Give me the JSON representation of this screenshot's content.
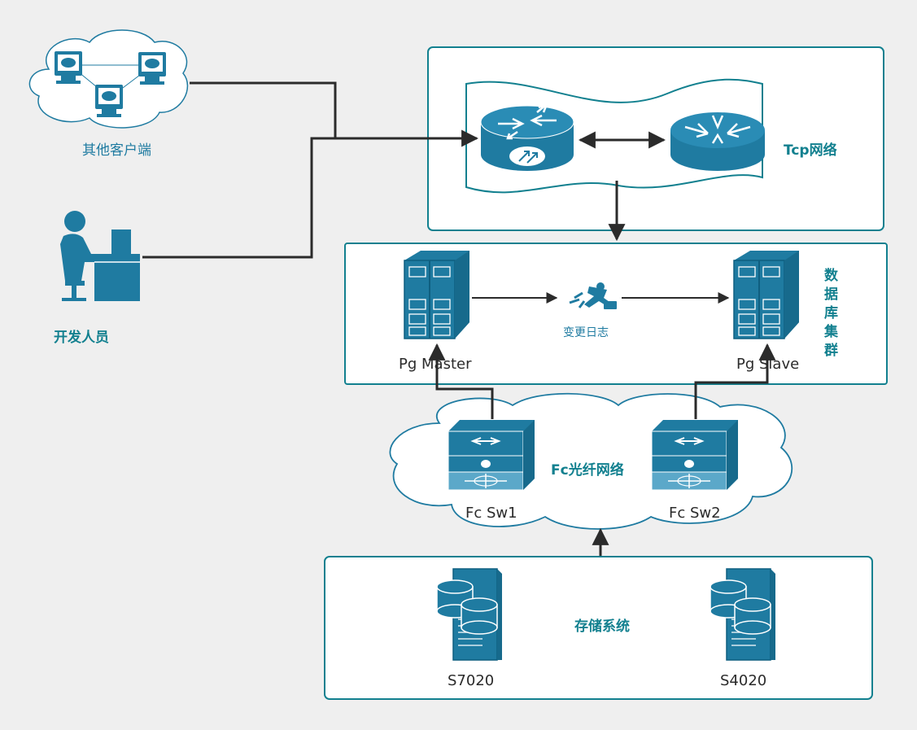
{
  "nodes": {
    "other_clients": "其他客户端",
    "developer": "开发人员",
    "tcp_network": "Tcp网络",
    "db_cluster": "数据库集群",
    "pg_master": "Pg Master",
    "pg_slave": "Pg Slave",
    "change_log": "变更日志",
    "fc_network": "Fc光纤网络",
    "fc_sw1": "Fc Sw1",
    "fc_sw2": "Fc Sw2",
    "storage_system": "存储系统",
    "s7020": "S7020",
    "s4020": "S4020"
  },
  "colors": {
    "accent": "#12808f",
    "icon": "#1f7ba1",
    "line": "#2b2b2b",
    "background": "#efefef"
  }
}
